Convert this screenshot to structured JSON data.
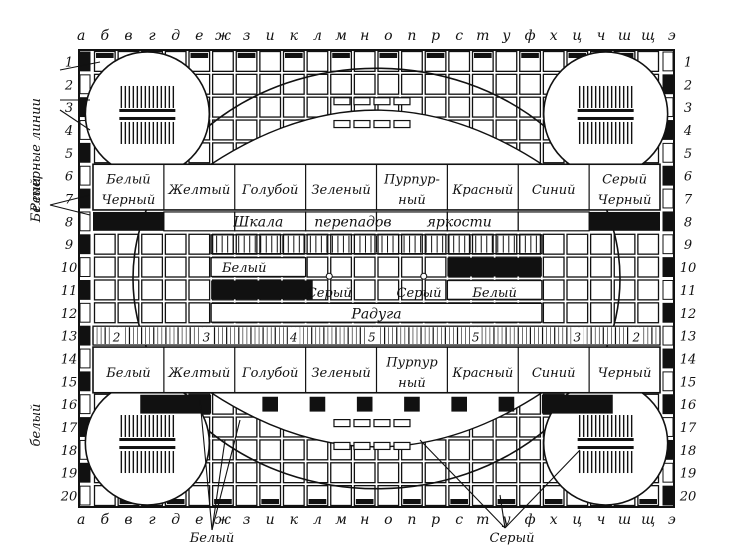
{
  "columns": [
    "а",
    "б",
    "в",
    "г",
    "д",
    "е",
    "ж",
    "з",
    "и",
    "к",
    "л",
    "м",
    "н",
    "о",
    "п",
    "р",
    "с",
    "т",
    "у",
    "ф",
    "х",
    "ц",
    "ч",
    "ш",
    "щ",
    "э"
  ],
  "rows": [
    "1",
    "2",
    "3",
    "4",
    "5",
    "6",
    "7",
    "8",
    "9",
    "10",
    "11",
    "12",
    "13",
    "14",
    "15",
    "16",
    "17",
    "18",
    "19",
    "20"
  ],
  "band_top": {
    "line1": [
      "Белый",
      "Желтый",
      "Голубой",
      "Зеленый",
      "Пурпур-",
      "Красный",
      "Синий",
      "Серый"
    ],
    "line2": [
      "Черный",
      "",
      "",
      "",
      "ный",
      "",
      "",
      "Черный"
    ]
  },
  "brightness_scale": [
    "Шкала",
    "перепадов",
    "яркости"
  ],
  "gradient_left": {
    "upper": "Белый",
    "lower": "Серый"
  },
  "gradient_right": {
    "upper": "Серый",
    "lower": "Белый"
  },
  "rainbow": "Радуга",
  "frequency_marks": [
    "2",
    "3",
    "4",
    "5",
    "5",
    "3",
    "2"
  ],
  "band_bottom": {
    "line1": [
      "Белый",
      "Желтый",
      "Голубой",
      "Зеленый",
      "Пурпур",
      "Красный",
      "Синий",
      "Черный"
    ],
    "line2": [
      "",
      "",
      "",
      "",
      "ный",
      "",
      "",
      ""
    ]
  },
  "side_labels": {
    "reference": "Реперные линии",
    "white_left_top": "Белый",
    "white_left_bottom": "белый",
    "white_bottom": "Белый",
    "grey_bottom": "Серый"
  },
  "colors": {
    "ink": "#111111",
    "paper": "#ffffff",
    "grey": "#888888"
  }
}
